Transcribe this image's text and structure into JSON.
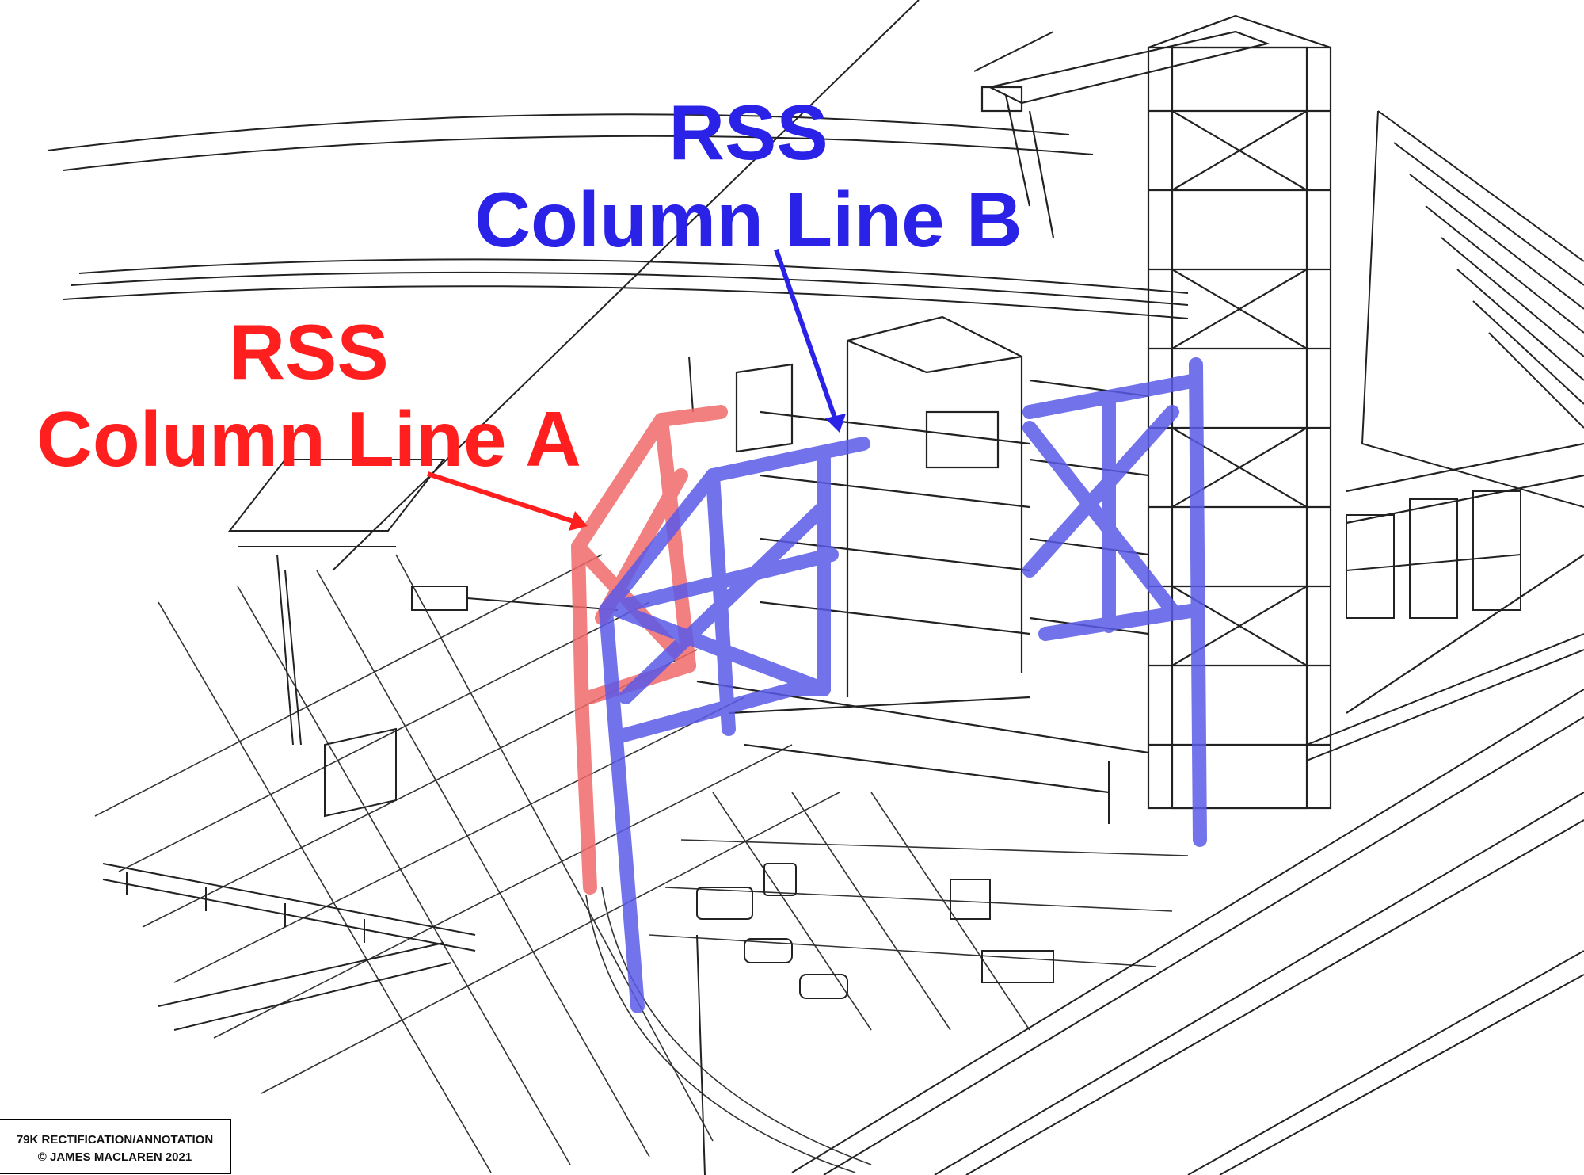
{
  "labels": {
    "column_a": {
      "line1": "RSS",
      "line2": "Column Line A",
      "color": "#ff1f1f"
    },
    "column_b": {
      "line1": "RSS",
      "line2": "Column Line B",
      "color": "#2a22e6"
    }
  },
  "credit": {
    "line1": "79K RECTIFICATION/ANNOTATION",
    "line2": "© JAMES MACLAREN 2021"
  },
  "colors": {
    "column_a_highlight": "#f06a6a",
    "column_b_highlight": "#5a5ae8",
    "line_art": "#1a1a1a"
  }
}
